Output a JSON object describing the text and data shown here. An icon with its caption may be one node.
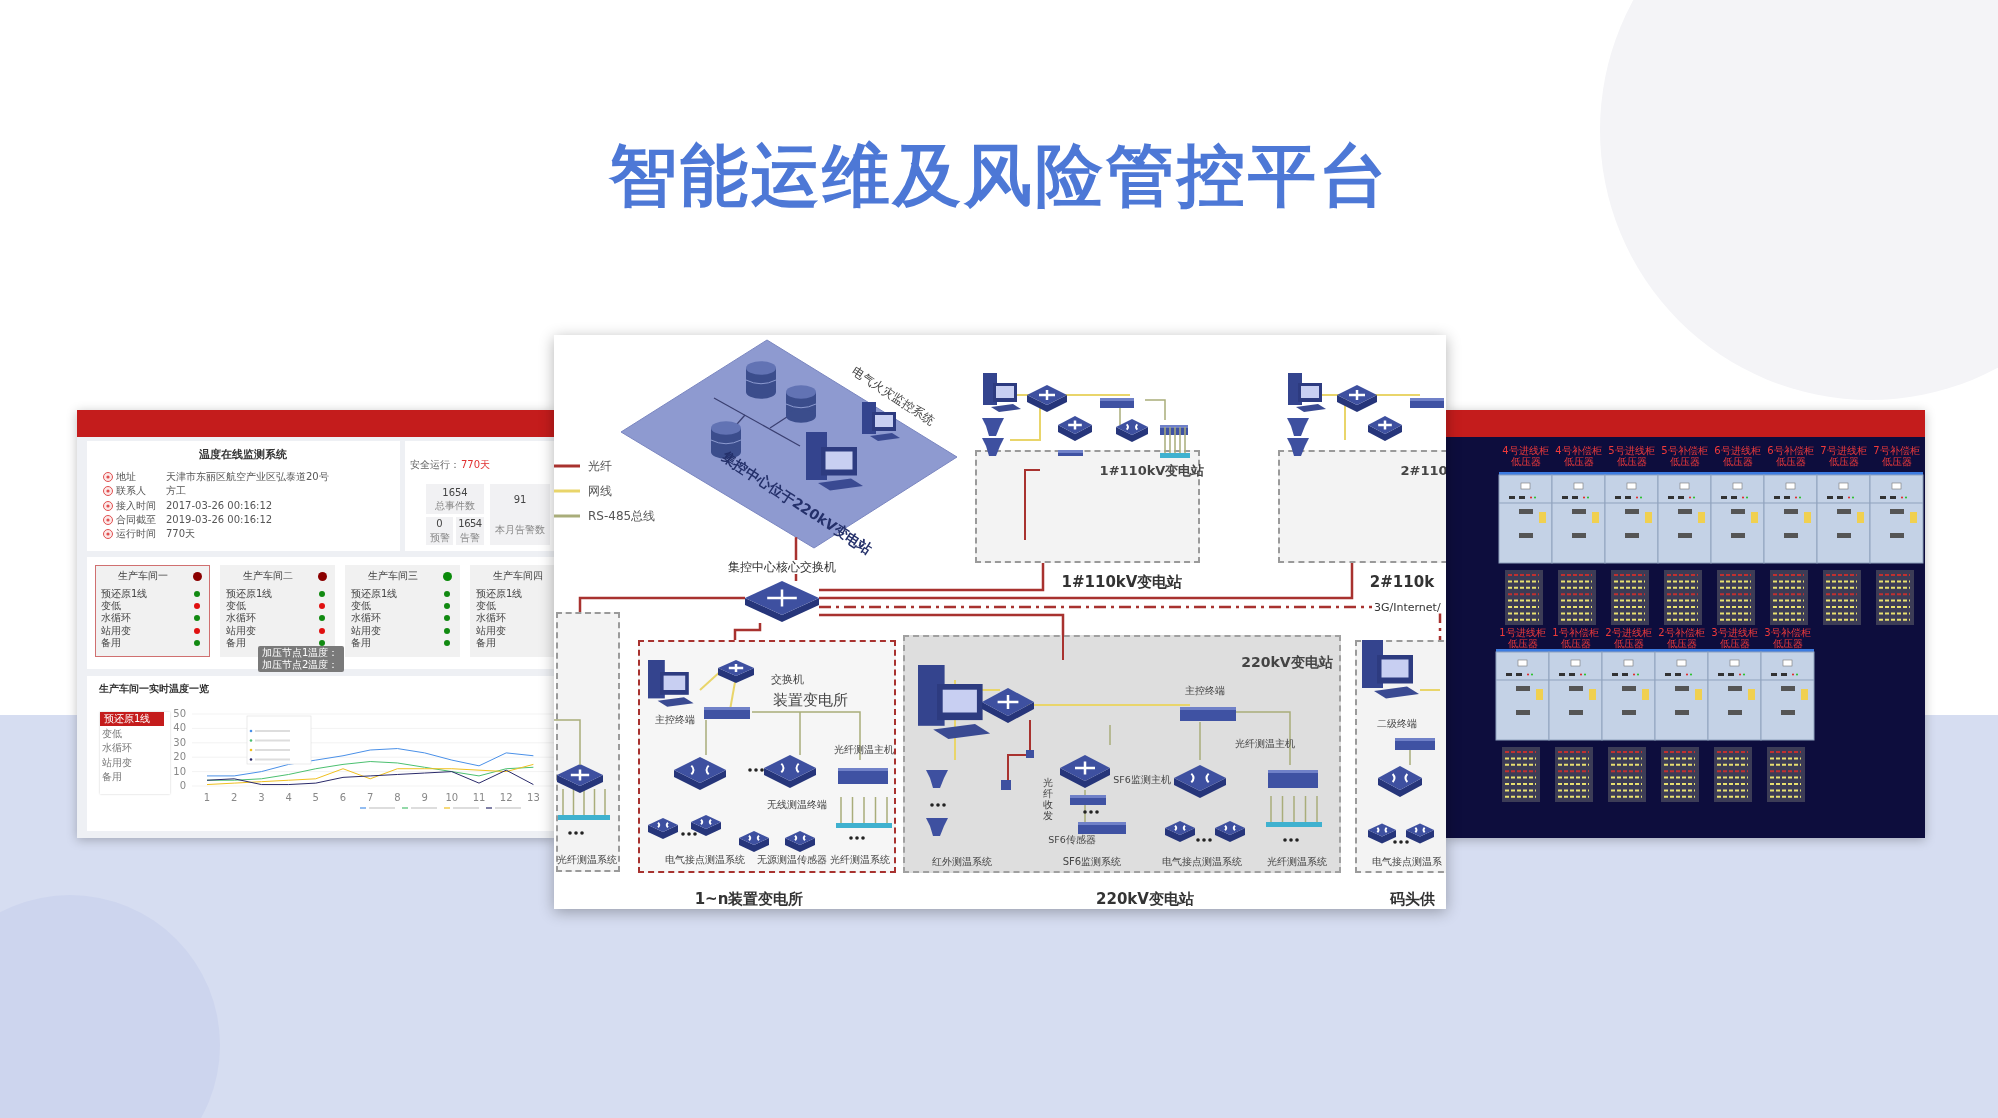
{
  "diagram": {
    "title": "智能运维及风险管控平台",
    "nodes": [
      {
        "text": [
          "集控中心位于220kV变电站",
          "电气火灾监控系统"
        ]
      },
      {
        "text": [
          "集控中心核心交换机"
        ]
      },
      {
        "text": [
          "光纤测温系统"
        ]
      },
      {
        "text": [
          "1#110kV变电站"
        ],
        "beside": [
          "1#110kV变电站"
        ]
      },
      {
        "text": [
          "2#110"
        ],
        "beside": [
          "2#110k"
        ]
      },
      {
        "text": [
          "交换机",
          "装置变电所",
          "主控终端",
          "无线测温终端",
          "光纤测温主机",
          "电气接点测温系统",
          "无源测温传感器",
          "光纤测温系统"
        ],
        "beside": [
          "1~n装置变电所"
        ]
      },
      {
        "text": [
          "220kV变电站",
          "主控终端",
          "光纤测温主机",
          "光纤收发",
          "SF6监测主机",
          "SF6传感器",
          "红外测温系统",
          "SF6监测系统",
          "电气接点测温系统",
          "光纤测温系统"
        ],
        "beside": [
          "220kV变电站"
        ]
      },
      {
        "text": [
          "二级终端",
          "电气接点测温系"
        ],
        "beside": [
          "码头供"
        ]
      }
    ],
    "edges": [
      {
        "from": 0,
        "to": 1,
        "arrow": "none"
      },
      {
        "from": 1,
        "to": 2,
        "arrow": "none"
      },
      {
        "from": 1,
        "to": 3,
        "arrow": "none"
      },
      {
        "from": 1,
        "to": 4,
        "arrow": "none"
      },
      {
        "from": 1,
        "to": 7,
        "arrow": "none",
        "style": "dashed",
        "label": "3G/Internet/"
      },
      {
        "from": 1,
        "to": 5,
        "arrow": "none"
      },
      {
        "from": 1,
        "to": 6,
        "arrow": "none"
      }
    ],
    "labels": [
      "温度在线监测系统",
      "地址",
      "天津市东丽区航空产业区弘泰道20号",
      "联系人",
      "方工",
      "接入时间",
      "2017-03-26 00:16:12",
      "合同截至",
      "2019-03-26 00:16:12",
      "运行时间",
      "770天",
      "安全运行：",
      "770天",
      "1654",
      "总事件数",
      "91",
      "本月告警数",
      "0",
      "预警",
      "1654",
      "告警",
      "生产车间一",
      "预还原1线",
      "变低",
      "水循环",
      "站用变",
      "备用",
      "生产车间二",
      "预还原1线",
      "变低",
      "水循环",
      "站用变",
      "备用",
      "加压节点1温度：",
      "加压节点2温度：",
      "生产车间三",
      "预还原1线",
      "变低",
      "水循环",
      "站用变",
      "备用",
      "生产车间四",
      "预还原1线",
      "变低",
      "水循环",
      "站用变",
      "备用",
      "生产车间一实时温度一览",
      "预还原1线",
      "变低",
      "水循环",
      "站用变",
      "备用",
      "50",
      "40",
      "30",
      "20",
      "10",
      "0",
      "1",
      "2",
      "3",
      "4",
      "5",
      "6",
      "7",
      "8",
      "9",
      "10",
      "11",
      "12",
      "13",
      "4号进线柜低压器",
      "4号补偿柜低压器",
      "5号进线柜低压器",
      "5号补偿柜低压器",
      "6号进线柜低压器",
      "6号补偿柜低压器",
      "7号进线柜低压器",
      "7号补偿柜低压器",
      "1号进线柜低压器",
      "1号补偿柜低压器",
      "2号进线柜低压器",
      "2号补偿柜低压器",
      "3号进线柜低压器",
      "3号补偿柜低压器"
    ],
    "legend": [
      {
        "text": "光纤"
      },
      {
        "text": "网线"
      },
      {
        "text": "RS-485总线"
      }
    ]
  }
}
